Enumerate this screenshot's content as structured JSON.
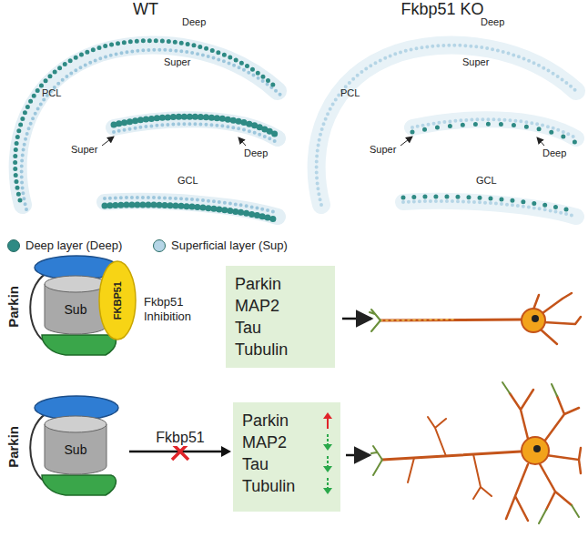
{
  "diagram": {
    "nodes": [
      {
        "text": [
          "WT"
        ]
      },
      {
        "text": [
          "Fkbp51 KO"
        ]
      },
      {
        "text": [
          "Parkin"
        ]
      },
      {
        "text": [
          "Sub"
        ],
        "in": 2
      },
      {
        "text": [
          "FKBP51"
        ],
        "in": 2
      },
      {
        "text": [
          "Parkin",
          "MAP2",
          "Tau",
          "Tubulin"
        ]
      },
      {
        "text": [
          "Parkin"
        ]
      },
      {
        "text": [
          "Sub"
        ],
        "in": 6
      },
      {
        "text": [
          "Parkin",
          "MAP2",
          "Tau",
          "Tubulin"
        ]
      }
    ],
    "edges": [
      {
        "from": 6,
        "to": 8,
        "arrow": "to",
        "label": "Fkbp51"
      }
    ],
    "labels": [
      "Deep",
      "Super",
      "PCL",
      "Super",
      "Deep",
      "GCL",
      "Deep",
      "Super",
      "PCL",
      "Super",
      "Deep",
      "GCL",
      "Fkbp51 Inhibition"
    ],
    "legend": [
      {
        "text": "Deep layer (Deep)",
        "color": "#2e8a84"
      },
      {
        "text": "Superficial layer (Sup)",
        "color": "#b5d5e6"
      }
    ]
  }
}
